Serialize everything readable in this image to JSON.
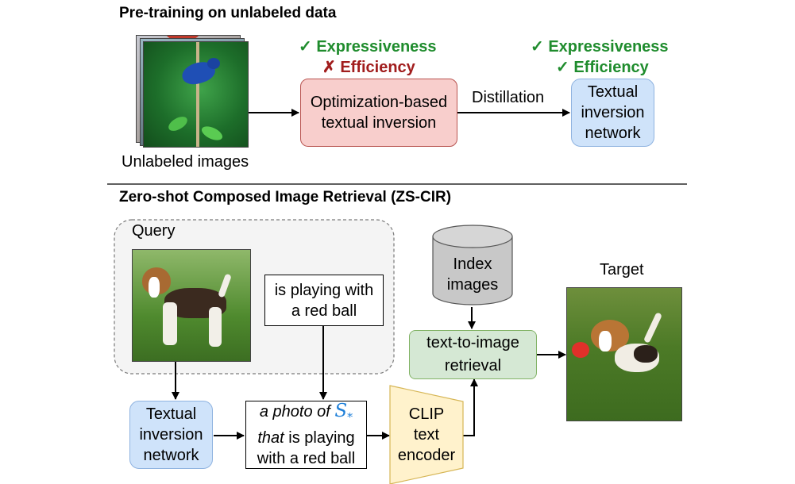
{
  "top": {
    "heading": "Pre-training on unlabeled data",
    "images_label": "Unlabeled images",
    "opt_box": {
      "line1": "Optimization-based",
      "line2": "textual inversion"
    },
    "opt_checks": {
      "good": "✓ Expressiveness",
      "bad": "✗ Efficiency"
    },
    "distill_label": "Distillation",
    "net_checks": {
      "good1": "✓ Expressiveness",
      "good2": "✓ Efficiency"
    },
    "net_box": {
      "line1": "Textual",
      "line2": "inversion",
      "line3": "network"
    }
  },
  "bottom": {
    "heading": "Zero-shot Composed Image Retrieval (ZS-CIR)",
    "query_label": "Query",
    "caption": {
      "line1": "is playing with",
      "line2": "a red ball"
    },
    "net_box": {
      "line1": "Textual",
      "line2": "inversion",
      "line3": "network"
    },
    "prompt": {
      "line1_italic": "a photo of",
      "token": "S",
      "token_sub": "*",
      "line2_italic": "that",
      "line2_rest": " is playing",
      "line3": "with a red ball"
    },
    "clip": {
      "line1": "CLIP",
      "line2": "text",
      "line3": "encoder"
    },
    "index": {
      "line1": "Index",
      "line2": "images"
    },
    "retrieval": {
      "line1": "text-to-image",
      "line2": "retrieval"
    },
    "target_label": "Target"
  },
  "colors": {
    "check_green": "#1f8c2d",
    "cross_red": "#a11d1d",
    "pink_fill": "#f8cecc",
    "blue_fill": "#cfe3fa",
    "green_fill": "#d5e8d4",
    "yellow_fill": "#fff2cc",
    "token_blue": "#1e7fd8"
  }
}
